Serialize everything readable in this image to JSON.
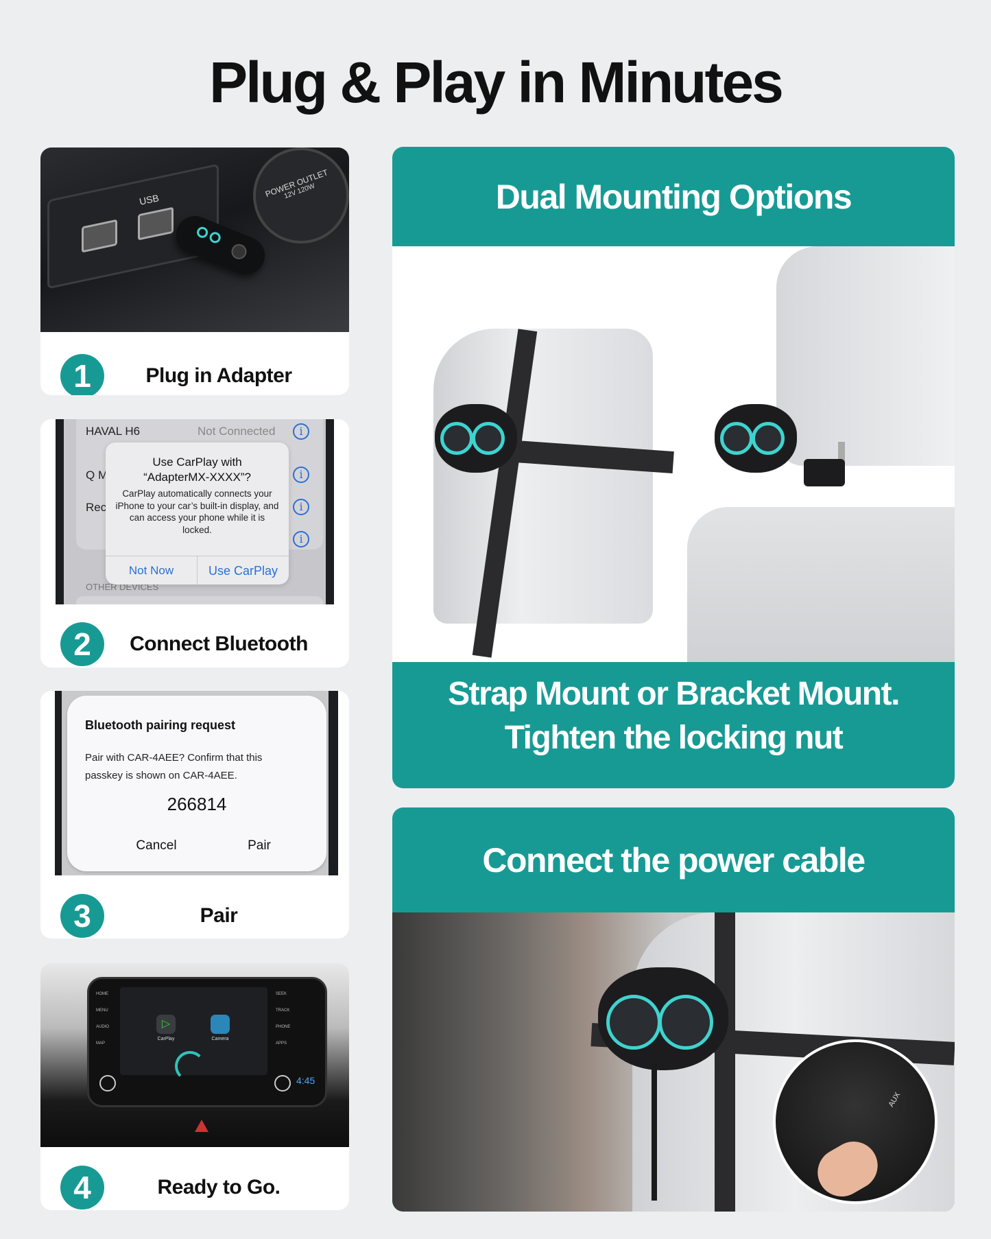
{
  "title": "Plug & Play in Minutes",
  "accent_color": "#189a94",
  "steps": [
    {
      "number": "1",
      "label": "Plug in Adapter",
      "photo": {
        "usb_label": "USB",
        "outlet_label": "POWER OUTLET",
        "outlet_rating": "12V 120W"
      }
    },
    {
      "number": "2",
      "label": "Connect Bluetooth",
      "phone": {
        "list_items": [
          "HAVAL H6",
          "Q M",
          "Rec"
        ],
        "list_status": "Not Connected",
        "section_label": "OTHER DEVICES",
        "dialog_title": "Use CarPlay with “AdapterMX-XXXX”?",
        "dialog_body": "CarPlay automatically connects your iPhone to your car’s built-in display, and can access your phone while it is locked.",
        "secondary_button": "Not Now",
        "primary_button": "Use CarPlay"
      }
    },
    {
      "number": "3",
      "label": "Pair",
      "phone": {
        "dialog_title": "Bluetooth pairing request",
        "dialog_body": "Pair with CAR-4AEE? Confirm that this passkey is shown on CAR-4AEE.",
        "passkey": "266814",
        "cancel_button": "Cancel",
        "pair_button": "Pair"
      }
    },
    {
      "number": "4",
      "label": "Ready to Go.",
      "screen": {
        "left_buttons": [
          "HOME",
          "MENU",
          "AUDIO",
          "MAP"
        ],
        "right_buttons": [
          "SEEK",
          "TRACK",
          "PHONE",
          "APPS"
        ],
        "apps": [
          "CarPlay",
          "Camera"
        ],
        "clock": "4:45"
      }
    }
  ],
  "panels": [
    {
      "header": "Dual Mounting Options",
      "caption_line1": "Strap Mount or Bracket Mount.",
      "caption_line2": "Tighten the locking nut"
    },
    {
      "header": "Connect the power cable",
      "port_label": "AUX"
    }
  ]
}
